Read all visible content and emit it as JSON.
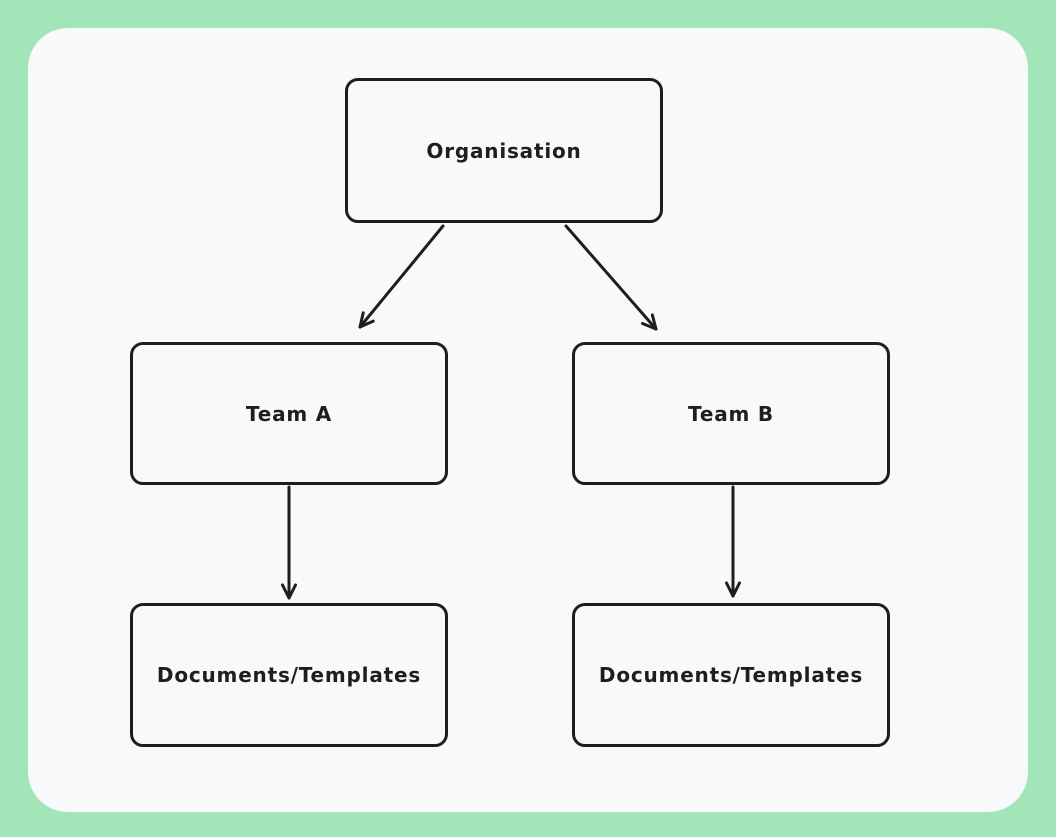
{
  "theme": {
    "background_green": "#A2E5B8",
    "panel_background": "#F8F9FB",
    "stroke_color": "#1E1E1E",
    "text_color": "#1E1E1E"
  },
  "diagram": {
    "type": "flowchart",
    "style": "hand-drawn",
    "nodes": [
      {
        "id": "organisation",
        "label": "Organisation"
      },
      {
        "id": "team-a",
        "label": "Team A"
      },
      {
        "id": "team-b",
        "label": "Team B"
      },
      {
        "id": "documents-a",
        "label": "Documents/Templates"
      },
      {
        "id": "documents-b",
        "label": "Documents/Templates"
      }
    ],
    "edges": [
      {
        "from": "organisation",
        "to": "team-a",
        "arrowhead": "end"
      },
      {
        "from": "organisation",
        "to": "team-b",
        "arrowhead": "end"
      },
      {
        "from": "team-a",
        "to": "documents-a",
        "arrowhead": "end"
      },
      {
        "from": "team-b",
        "to": "documents-b",
        "arrowhead": "end"
      }
    ]
  }
}
